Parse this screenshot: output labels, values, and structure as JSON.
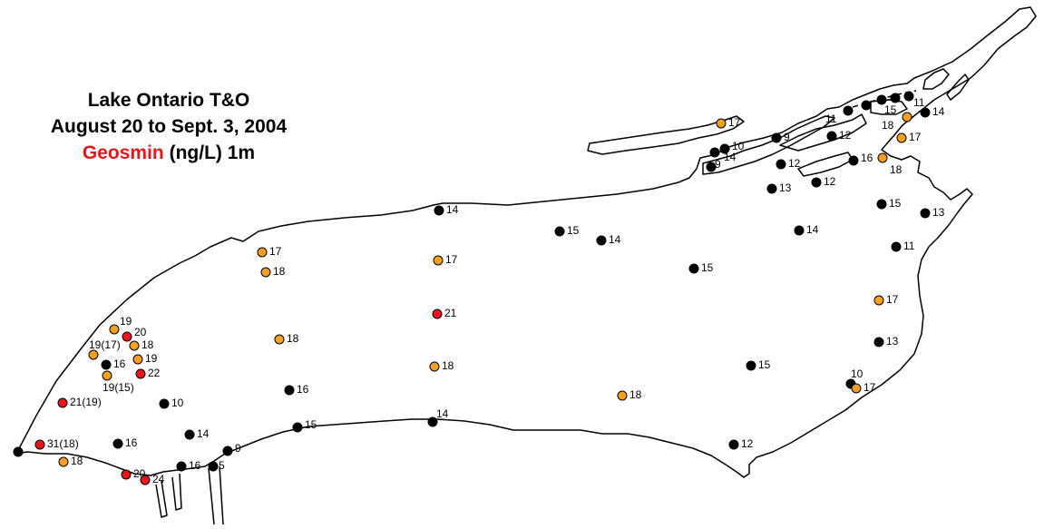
{
  "title": {
    "line1": "Lake Ontario T&O",
    "line2": "August 20 to Sept. 3, 2004",
    "line3_highlight": "Geosmin",
    "line3_rest": " (ng/L) 1m"
  },
  "colors": {
    "outline": "#000000",
    "highlight_text": "#e8151b",
    "dot_black": "#000000",
    "dot_orange": "#f5a020",
    "dot_red": "#e8151b"
  },
  "stations": [
    {
      "label": "14",
      "color": "black"
    },
    {
      "label": "15",
      "color": "black"
    },
    {
      "label": "14",
      "color": "black"
    },
    {
      "label": "17",
      "color": "orange"
    },
    {
      "label": "17",
      "color": "orange"
    },
    {
      "label": "18",
      "color": "orange"
    },
    {
      "label": "21",
      "color": "red"
    },
    {
      "label": "15",
      "color": "black"
    },
    {
      "label": "19",
      "color": "orange"
    },
    {
      "label": "20",
      "color": "red"
    },
    {
      "label": "19(17)",
      "color": "orange"
    },
    {
      "label": "18",
      "color": "orange"
    },
    {
      "label": "19",
      "color": "orange"
    },
    {
      "label": "16",
      "color": "black"
    },
    {
      "label": "19(15)",
      "color": "orange"
    },
    {
      "label": "22",
      "color": "red"
    },
    {
      "label": "18",
      "color": "orange"
    },
    {
      "label": "18",
      "color": "orange"
    },
    {
      "label": "16",
      "color": "black"
    },
    {
      "label": "21(19)",
      "color": "red"
    },
    {
      "label": "10",
      "color": "black"
    },
    {
      "label": "14",
      "color": "black"
    },
    {
      "label": "15",
      "color": "black"
    },
    {
      "label": "31(18)",
      "color": "red"
    },
    {
      "label": "16",
      "color": "black"
    },
    {
      "label": "18",
      "color": "orange"
    },
    {
      "label": "9",
      "color": "black"
    },
    {
      "label": "16",
      "color": "black"
    },
    {
      "label": "5",
      "color": "black"
    },
    {
      "label": "20",
      "color": "red"
    },
    {
      "label": "24",
      "color": "red"
    },
    {
      "label": "",
      "color": "black"
    },
    {
      "label": "14",
      "color": "black"
    },
    {
      "label": "18",
      "color": "orange"
    },
    {
      "label": "15",
      "color": "black"
    },
    {
      "label": "12",
      "color": "black"
    },
    {
      "label": "17",
      "color": "orange"
    },
    {
      "label": "10",
      "color": "black"
    },
    {
      "label": "14",
      "color": "black"
    },
    {
      "label": "9",
      "color": "black"
    },
    {
      "label": "9",
      "color": "black"
    },
    {
      "label": "12",
      "color": "black"
    },
    {
      "label": "13",
      "color": "black"
    },
    {
      "label": "12",
      "color": "black"
    },
    {
      "label": "14",
      "color": "black"
    },
    {
      "label": "11",
      "color": "black"
    },
    {
      "label": "12",
      "color": "black"
    },
    {
      "label": "16",
      "color": "black"
    },
    {
      "label": "18",
      "color": "orange"
    },
    {
      "label": "15",
      "color": "black"
    },
    {
      "label": "13",
      "color": "black"
    },
    {
      "label": "18",
      "color": "orange"
    },
    {
      "label": "14",
      "color": "black"
    },
    {
      "label": "17",
      "color": "orange"
    },
    {
      "label": "15",
      "color": "black"
    },
    {
      "label": "11",
      "color": "black"
    },
    {
      "label": "11",
      "color": "black"
    },
    {
      "label": "17",
      "color": "orange"
    },
    {
      "label": "13",
      "color": "black"
    },
    {
      "label": "10",
      "color": "black"
    },
    {
      "label": "17",
      "color": "orange"
    },
    {
      "label": "",
      "color": "black"
    },
    {
      "label": "",
      "color": "black"
    }
  ]
}
